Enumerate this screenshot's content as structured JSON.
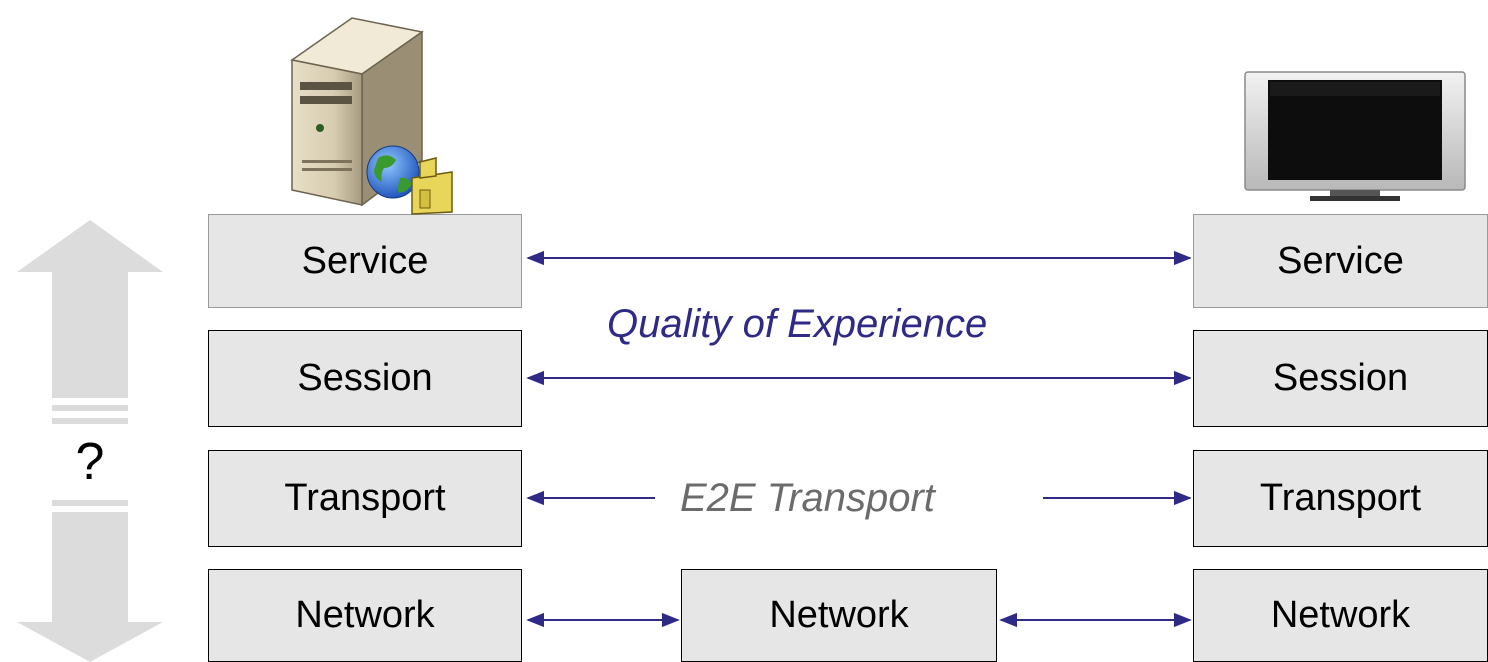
{
  "left_stack": {
    "service": "Service",
    "session": "Session",
    "transport": "Transport",
    "network": "Network"
  },
  "right_stack": {
    "service": "Service",
    "session": "Session",
    "transport": "Transport",
    "network": "Network"
  },
  "middle_node": {
    "network": "Network"
  },
  "labels": {
    "qoe": "Quality of Experience",
    "e2e_transport": "E2E Transport",
    "question": "?"
  },
  "icons": {
    "left_device": "server-with-globe-icon",
    "right_device": "flat-screen-tv-icon",
    "vertical_arrow": "double-vertical-arrow-icon"
  },
  "colors": {
    "arrow": "#2e2a86",
    "qoe_text": "#2e2a86",
    "e2e_text": "#6b6b6b",
    "box_fill": "#e6e6e6",
    "big_arrow": "#dcdcdc"
  }
}
